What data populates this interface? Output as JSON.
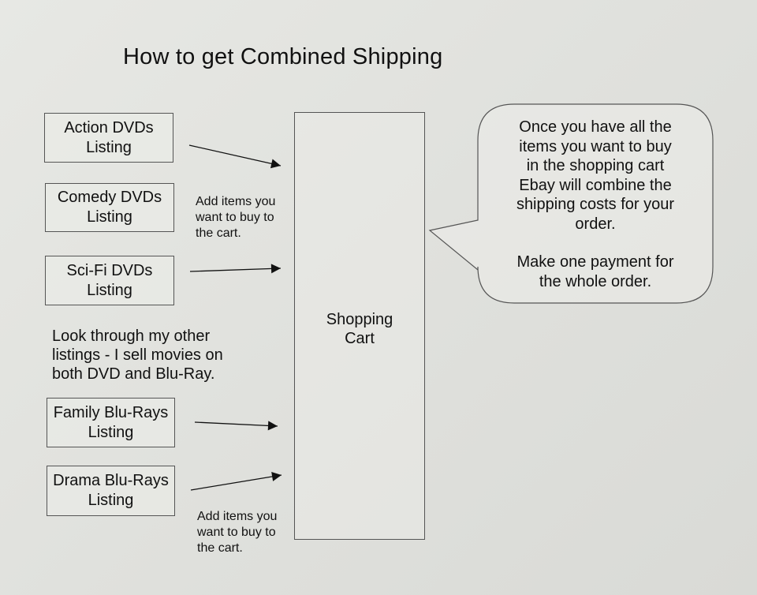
{
  "title": "How to get Combined Shipping",
  "listings": [
    {
      "line1": "Action DVDs",
      "line2": "Listing"
    },
    {
      "line1": "Comedy DVDs",
      "line2": "Listing"
    },
    {
      "line1": "Sci-Fi DVDs",
      "line2": "Listing"
    },
    {
      "line1": "Family Blu-Rays",
      "line2": "Listing"
    },
    {
      "line1": "Drama Blu-Rays",
      "line2": "Listing"
    }
  ],
  "add_note_top": {
    "line1": "Add items you",
    "line2": "want to buy to",
    "line3": "the cart."
  },
  "add_note_bottom": {
    "line1": "Add items you",
    "line2": "want to buy to",
    "line3": "the cart."
  },
  "other_listings": {
    "line1": "Look through my other",
    "line2": "listings - I sell movies on",
    "line3": "both DVD and Blu-Ray."
  },
  "cart": {
    "line1": "Shopping",
    "line2": "Cart"
  },
  "bubble": {
    "line1": "Once you have all the",
    "line2": "items you want to buy",
    "line3": "in the shopping cart",
    "line4": "Ebay will combine the",
    "line5": "shipping costs for your",
    "line6": "order.",
    "line7": "Make one payment for",
    "line8": "the whole order."
  }
}
